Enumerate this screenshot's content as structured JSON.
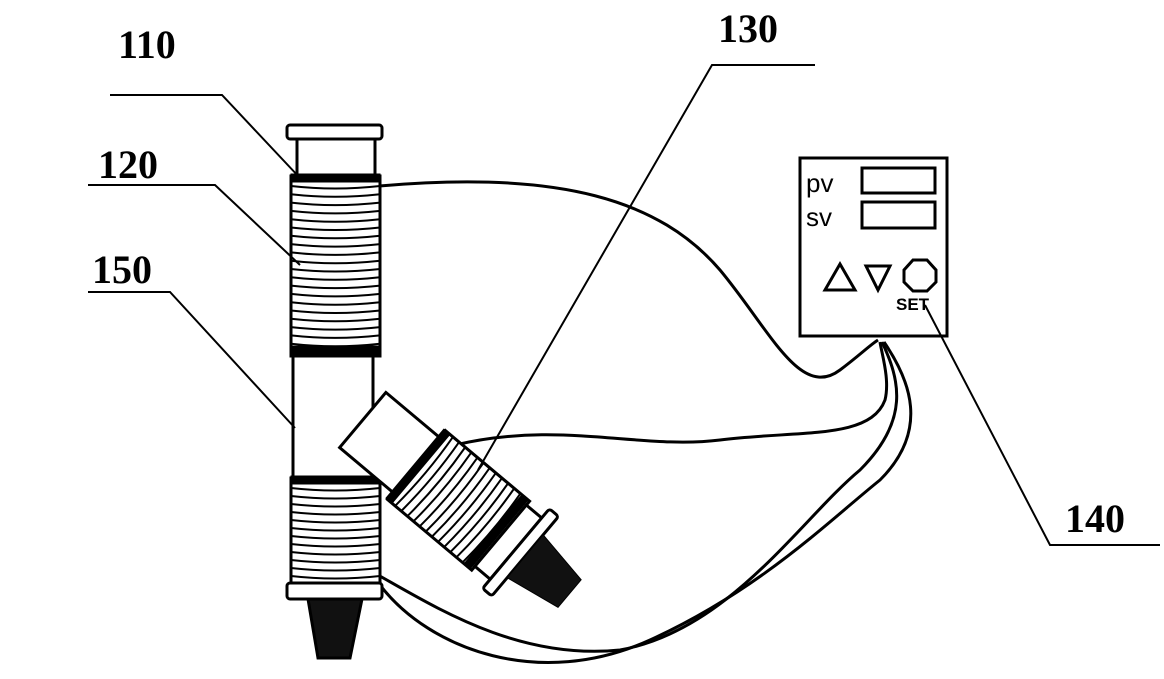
{
  "labels": {
    "coil_top": "110",
    "coil_upper": "120",
    "tube_body": "150",
    "branch_coil": "130",
    "controller": "140"
  },
  "controller": {
    "pv_label": "pv",
    "sv_label": "sv",
    "set_label": "SET"
  }
}
